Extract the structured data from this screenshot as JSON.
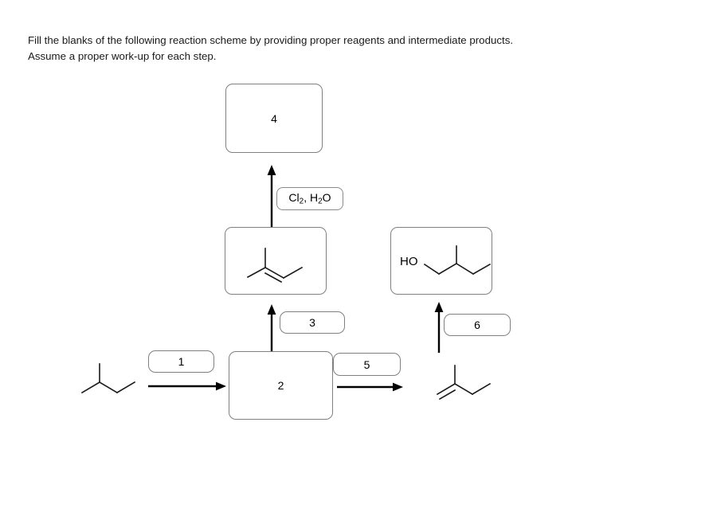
{
  "prompt": {
    "line1": "Fill the blanks of the following reaction scheme by providing proper reagents and intermediate products.",
    "line2": "Assume a proper work-up for each step."
  },
  "scheme": {
    "blank_boxes": [
      {
        "id": "box-1",
        "label": "1",
        "role": "reagent-blank"
      },
      {
        "id": "box-2",
        "label": "2",
        "role": "intermediate-blank"
      },
      {
        "id": "box-3",
        "label": "3",
        "role": "reagent-blank"
      },
      {
        "id": "box-4",
        "label": "4",
        "role": "product-blank"
      },
      {
        "id": "box-5",
        "label": "5",
        "role": "reagent-blank"
      },
      {
        "id": "box-6",
        "label": "6",
        "role": "reagent-blank"
      }
    ],
    "reagents": [
      {
        "id": "reagent-cl2-h2o",
        "parts": [
          {
            "text": "Cl",
            "sub": "2"
          },
          {
            "text": ", H",
            "sub": "2"
          },
          {
            "text": "O",
            "sub": ""
          }
        ],
        "plain": "Cl2, H2O"
      }
    ],
    "structures": [
      {
        "id": "structure-2-methylbutane",
        "name": "2-methylbutane",
        "position": "bottom-left-start-material",
        "atom_labels": []
      },
      {
        "id": "structure-2-methyl-2-butene",
        "name": "2-methyl-2-butene",
        "position": "middle-center-box",
        "atom_labels": []
      },
      {
        "id": "structure-2-methyl-1-butanol",
        "name": "2-methyl-1-butanol",
        "position": "middle-right-box",
        "atom_labels": [
          {
            "text": "HO"
          }
        ]
      },
      {
        "id": "structure-2-methyl-1-butene",
        "name": "2-methyl-1-butene",
        "position": "bottom-right-product",
        "atom_labels": []
      }
    ],
    "arrows": [
      {
        "id": "arrow-start-to-box2",
        "direction": "right",
        "label_ref": "1"
      },
      {
        "id": "arrow-box2-to-alkene",
        "direction": "up",
        "label_ref": "3"
      },
      {
        "id": "arrow-alkene-to-box4",
        "direction": "up",
        "label_ref": "Cl2, H2O"
      },
      {
        "id": "arrow-box2-to-alkene-right",
        "direction": "right",
        "label_ref": "5"
      },
      {
        "id": "arrow-alkene-to-alcohol",
        "direction": "up",
        "label_ref": "6"
      }
    ]
  },
  "colors": {
    "box_border": "#808080",
    "bond": "#1a1a1a",
    "arrow": "#000000",
    "text": "#1a1a1a",
    "background": "#ffffff"
  }
}
